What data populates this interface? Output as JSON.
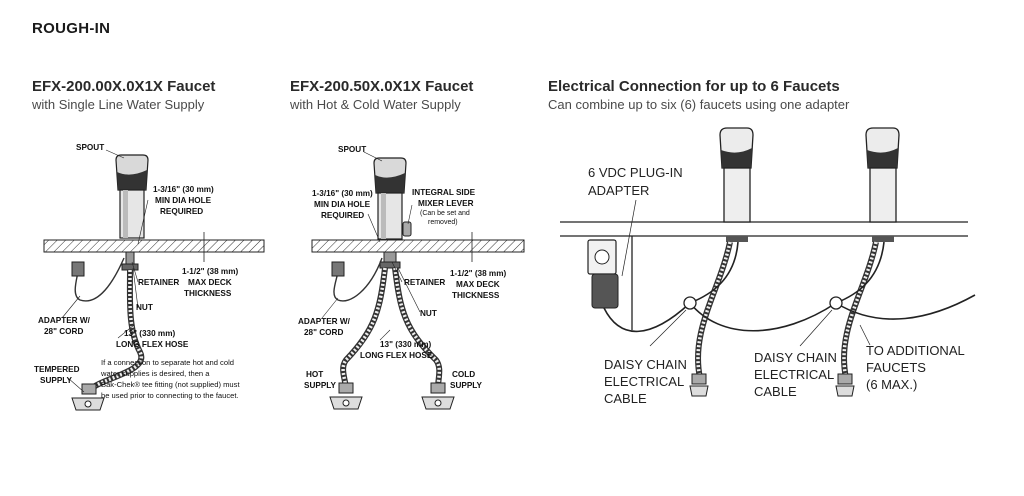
{
  "heading": "ROUGH-IN",
  "panels": [
    {
      "title": "EFX-200.00X.0X1X Faucet",
      "subtitle": "with Single Line Water Supply",
      "labels": {
        "spout": "SPOUT",
        "hole1": "1-3/16\" (30 mm)",
        "hole2": "MIN DIA HOLE",
        "hole3": "REQUIRED",
        "retainer": "RETAINER",
        "deck1": "1-1/2\" (38 mm)",
        "deck2": "MAX DECK",
        "deck3": "THICKNESS",
        "nut": "NUT",
        "adapter1": "ADAPTER W/",
        "adapter2": "28\" CORD",
        "hose1": "13\" (330 mm)",
        "hose2": "LONG FLEX HOSE",
        "supply1": "TEMPERED",
        "supply2": "SUPPLY",
        "note1": "If a connection to separate hot and cold",
        "note2": "water supplies is desired, then a",
        "note3": "Bak-Chek® tee fitting (not supplied) must",
        "note4": "be used prior to connecting to the faucet."
      }
    },
    {
      "title": "EFX-200.50X.0X1X Faucet",
      "subtitle": "with Hot & Cold Water Supply",
      "labels": {
        "spout": "SPOUT",
        "hole1": "1-3/16\" (30 mm)",
        "hole2": "MIN DIA HOLE",
        "hole3": "REQUIRED",
        "mixer1": "INTEGRAL SIDE",
        "mixer2": "MIXER LEVER",
        "mixer3": "(Can be set and",
        "mixer4": "removed)",
        "retainer": "RETAINER",
        "deck1": "1-1/2\" (38 mm)",
        "deck2": "MAX DECK",
        "deck3": "THICKNESS",
        "nut": "NUT",
        "adapter1": "ADAPTER W/",
        "adapter2": "28\" CORD",
        "hose1": "13\" (330 mm)",
        "hose2": "LONG FLEX HOSE",
        "hot1": "HOT",
        "hot2": "SUPPLY",
        "cold1": "COLD",
        "cold2": "SUPPLY"
      }
    },
    {
      "title": "Electrical Connection for up to 6 Faucets",
      "subtitle": "Can combine up to six (6) faucets using one adapter",
      "labels": {
        "adapter1": "6 VDC PLUG-IN",
        "adapter2": "ADAPTER",
        "dc1a": "DAISY CHAIN",
        "dc1b": "ELECTRICAL",
        "dc1c": "CABLE",
        "dc2a": "DAISY CHAIN",
        "dc2b": "ELECTRICAL",
        "dc2c": "CABLE",
        "more1": "TO ADDITIONAL",
        "more2": "FAUCETS",
        "more3": "(6 MAX.)"
      }
    }
  ]
}
